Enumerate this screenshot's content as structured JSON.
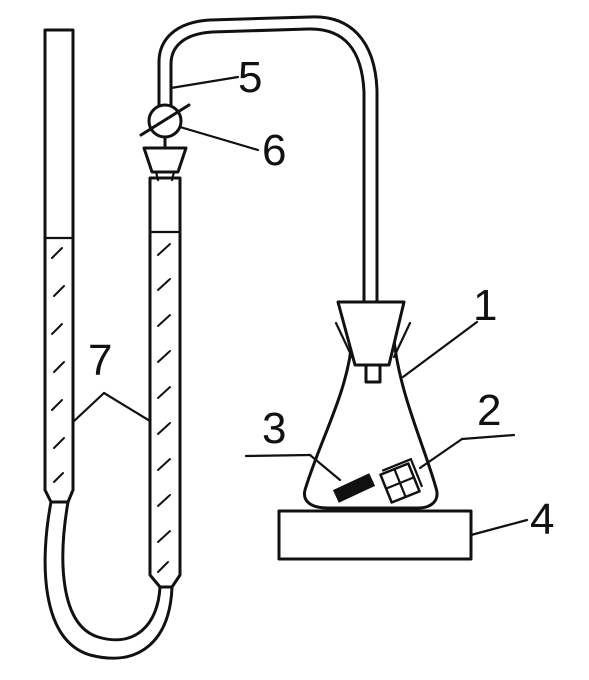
{
  "labels": {
    "flask": "1",
    "sample_2": "2",
    "sample_3": "3",
    "stand": "4",
    "tube": "5",
    "stopcock": "6",
    "burettes": "7"
  }
}
